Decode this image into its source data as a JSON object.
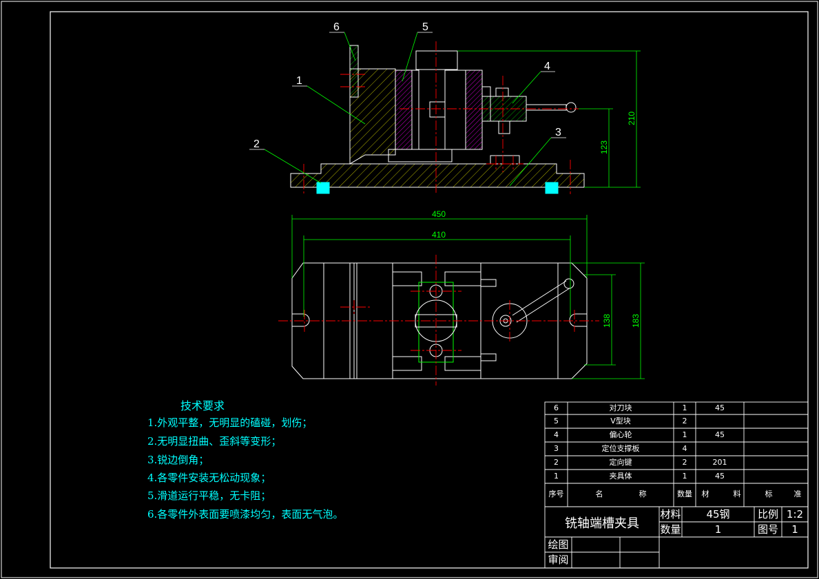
{
  "callouts": [
    "6",
    "5",
    "1",
    "4",
    "2",
    "3"
  ],
  "dimensions": {
    "front_height_total": "210",
    "front_height_axis": "123",
    "top_length_total": "450",
    "top_length_slots": "410",
    "top_width_inner": "138",
    "top_width_total": "183"
  },
  "tech_requirements": {
    "title": "技术要求",
    "items": [
      "1.外观平整，无明显的磕碰，划伤；",
      "2.无明显扭曲、歪斜等变形；",
      "3.锐边倒角；",
      "4.各零件安装无松动现象；",
      "5.滑道运行平稳，无卡阻；",
      "6.各零件外表面要喷漆均匀，表面无气泡。"
    ]
  },
  "bom": {
    "rows": [
      {
        "no": "6",
        "name": "对刀块",
        "qty": "1",
        "material": "45"
      },
      {
        "no": "5",
        "name": "V型块",
        "qty": "2",
        "material": ""
      },
      {
        "no": "4",
        "name": "偏心轮",
        "qty": "1",
        "material": "45"
      },
      {
        "no": "3",
        "name": "定位支撑板",
        "qty": "4",
        "material": ""
      },
      {
        "no": "2",
        "name": "定向键",
        "qty": "2",
        "material": "201"
      },
      {
        "no": "1",
        "name": "夹具体",
        "qty": "1",
        "material": "45"
      }
    ],
    "header": {
      "no": "序号",
      "name_a": "名",
      "name_b": "称",
      "qty": "数量",
      "mat_a": "材",
      "mat_b": "料",
      "rem_a": "标",
      "rem_b": "准"
    }
  },
  "title_block": {
    "title": "铣轴端槽夹具",
    "material_label": "材料",
    "material_value": "45钢",
    "scale_label": "比例",
    "scale_value": "1:2",
    "qty_label": "数量",
    "qty_value": "1",
    "drawing_no_label": "图号",
    "drawing_no_value": "1",
    "drawn_label": "绘图",
    "checked_label": "审阅"
  },
  "colors": {
    "outline": "#ffffff",
    "center_line": "#ff0000",
    "dimension": "#00ff00",
    "hatch_body": "#ffff00",
    "hatch_vblock": "#ff00ff",
    "key": "#00ffff",
    "text": "#00ffff"
  }
}
